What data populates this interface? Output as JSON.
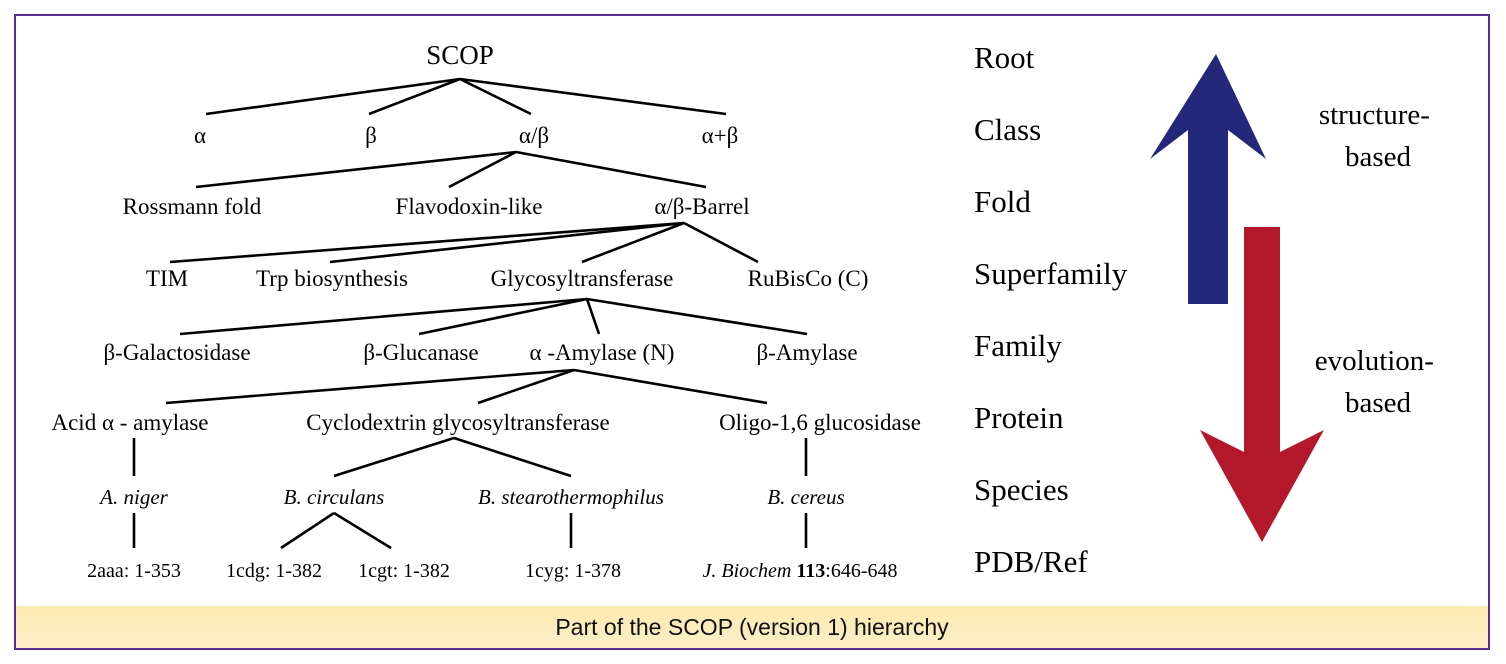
{
  "caption": "Part of the SCOP (version 1) hierarchy",
  "colors": {
    "border": "#5b2d91",
    "up_arrow": "#24287a",
    "down_arrow": "#b3172b",
    "caption_bg": "#fdeab0"
  },
  "levels": [
    "Root",
    "Class",
    "Fold",
    "Superfamily",
    "Family",
    "Protein",
    "Species",
    "PDB/Ref"
  ],
  "arrows": {
    "up_label": "structure-\nbased",
    "down_label": "evolution-\nbased"
  },
  "tree": {
    "root": "SCOP",
    "classes": [
      "α",
      "β",
      "α/β",
      "α+β"
    ],
    "folds": [
      "Rossmann fold",
      "Flavodoxin-like",
      "α/β-Barrel"
    ],
    "superfamilies": [
      "TIM",
      "Trp biosynthesis",
      "Glycosyltransferase",
      "RuBisCo (C)"
    ],
    "families": [
      "β-Galactosidase",
      "β-Glucanase",
      "α -Amylase (N)",
      "β-Amylase"
    ],
    "proteins": [
      "Acid α - amylase",
      "Cyclodextrin glycosyltransferase",
      "Oligo-1,6 glucosidase"
    ],
    "species": [
      "A. niger",
      "B. circulans",
      "B. stearothermophilus",
      "B. cereus"
    ],
    "pdb": [
      "2aaa: 1-353",
      "1cdg: 1-382",
      "1cgt: 1-382",
      "1cyg: 1-378"
    ],
    "ref": {
      "journal": "J. Biochem",
      "volume": "113",
      "pages": ":646-648"
    }
  }
}
